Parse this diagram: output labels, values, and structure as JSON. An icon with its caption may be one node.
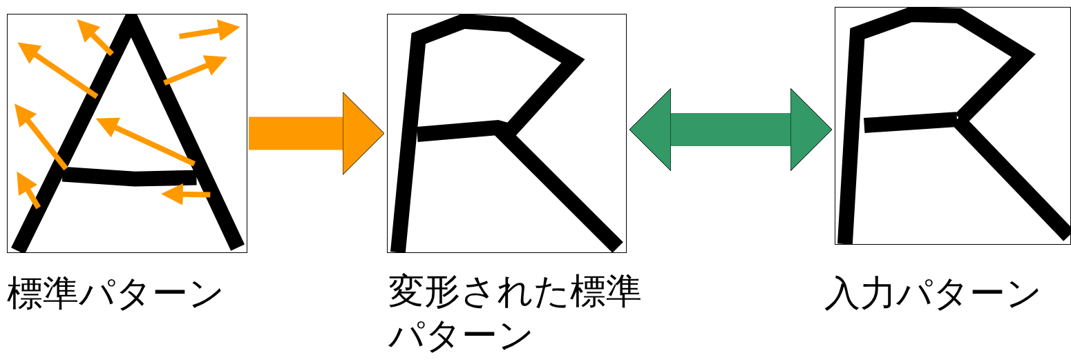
{
  "diagram": {
    "nodes": [
      {
        "text": [
          "標準パターン"
        ]
      },
      {
        "text": [
          "変形された標準パターン"
        ]
      },
      {
        "text": [
          "入力パターン"
        ]
      }
    ],
    "edges": [
      {
        "from": 0,
        "to": 1,
        "arrow": "to",
        "color": "#ff9900"
      },
      {
        "from": 1,
        "to": 2,
        "arrow": "both",
        "color": "#339966"
      }
    ]
  }
}
